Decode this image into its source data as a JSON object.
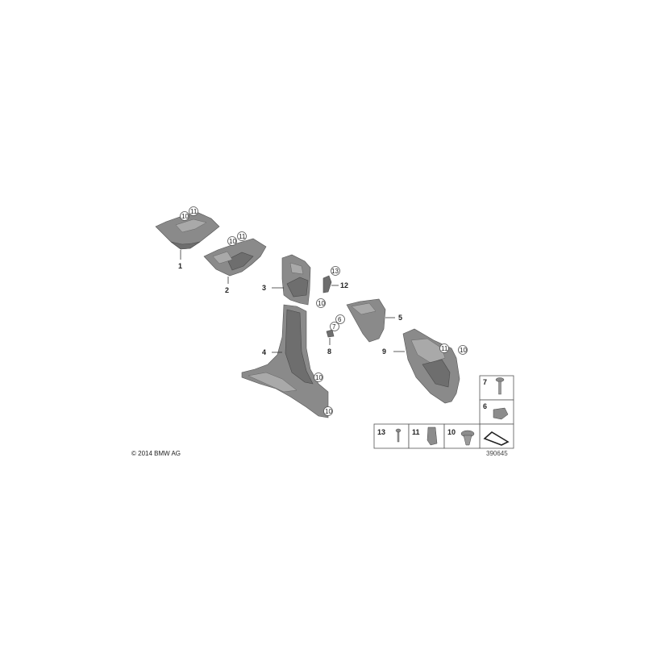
{
  "callouts": {
    "c1": "1",
    "c2": "2",
    "c3": "3",
    "c4": "4",
    "c5": "5",
    "c6": "6",
    "c7": "7",
    "c8": "8",
    "c9": "9",
    "c12": "12",
    "c13": "13"
  },
  "circles": {
    "a10": "10",
    "a11": "11",
    "b10": "10",
    "b11": "11",
    "c13": "13",
    "c10": "10",
    "d6": "6",
    "d7": "7",
    "e11": "11",
    "e10": "10",
    "f10": "10",
    "g10": "10"
  },
  "legend": {
    "n7": "7",
    "n6": "6",
    "n13": "13",
    "n11": "11",
    "n10": "10"
  },
  "footer": {
    "copyright": "© 2014 BMW AG",
    "diagram_number": "390645"
  }
}
